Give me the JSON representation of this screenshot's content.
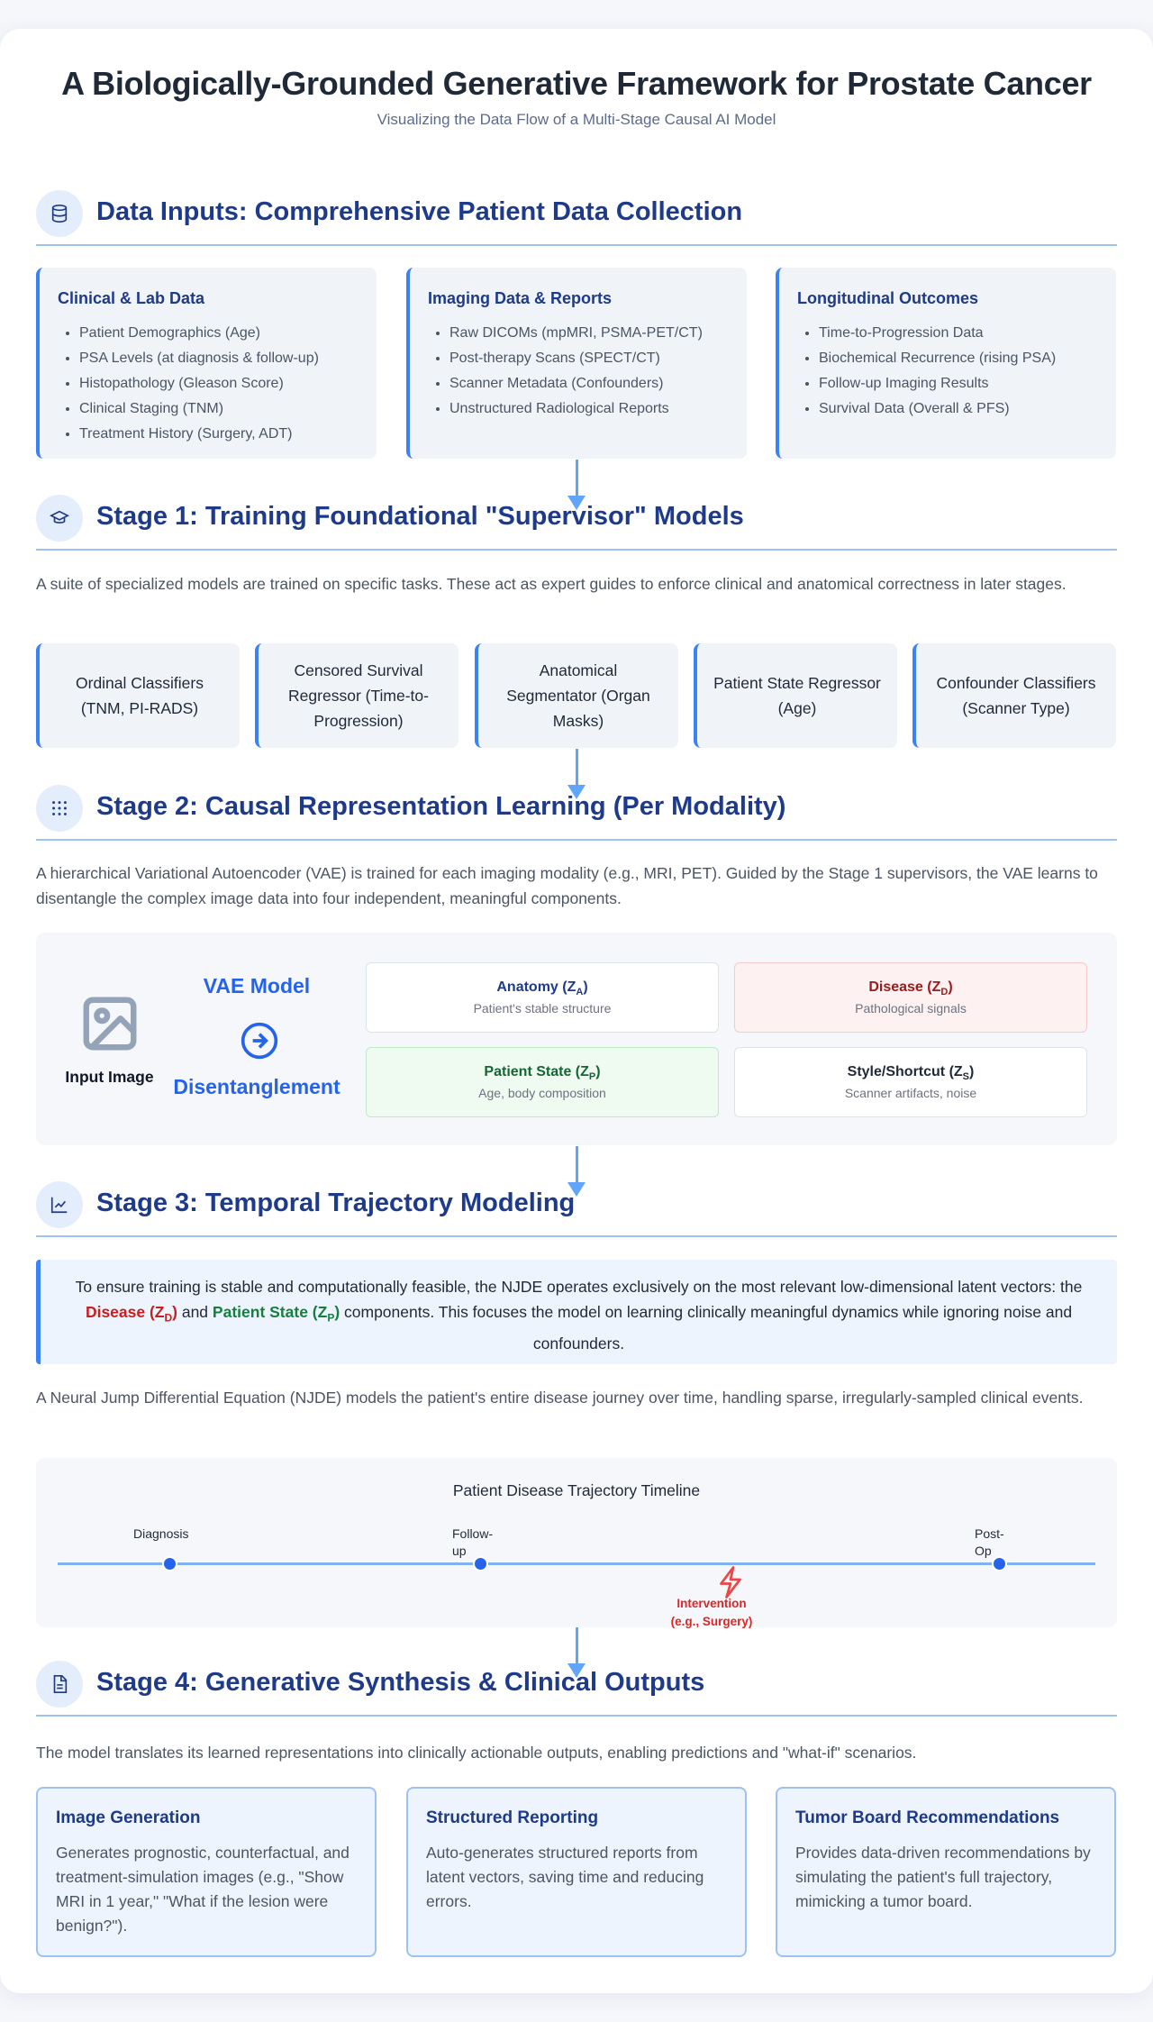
{
  "header": {
    "title": "A Biologically-Grounded Generative Framework for Prostate Cancer",
    "subtitle": "Visualizing the Data Flow of a Multi-Stage Causal AI Model"
  },
  "data_inputs": {
    "title": "Data Inputs: Comprehensive Patient Data Collection",
    "icon": "database-icon",
    "panels": [
      {
        "title": "Clinical & Lab Data",
        "items": [
          "Patient Demographics (Age)",
          "PSA Levels (at diagnosis & follow-up)",
          "Histopathology (Gleason Score)",
          "Clinical Staging (TNM)",
          "Treatment History (Surgery, ADT)"
        ]
      },
      {
        "title": "Imaging Data & Reports",
        "items": [
          "Raw DICOMs (mpMRI, PSMA-PET/CT)",
          "Post-therapy Scans (SPECT/CT)",
          "Scanner Metadata (Confounders)",
          "Unstructured Radiological Reports"
        ]
      },
      {
        "title": "Longitudinal Outcomes",
        "items": [
          "Time-to-Progression Data",
          "Biochemical Recurrence (rising PSA)",
          "Follow-up Imaging Results",
          "Survival Data (Overall & PFS)"
        ]
      }
    ]
  },
  "stage1": {
    "title": "Stage 1: Training Foundational \"Supervisor\" Models",
    "icon": "graduation-cap-icon",
    "description": "A suite of specialized models are trained on specific tasks. These act as expert guides to enforce clinical and anatomical correctness in later stages.",
    "models": [
      "Ordinal Classifiers (TNM, PI-RADS)",
      "Censored Survival Regressor (Time-to-Progression)",
      "Anatomical Segmentator (Organ Masks)",
      "Patient State Regressor (Age)",
      "Confounder Classifiers (Scanner Type)"
    ]
  },
  "stage2": {
    "title": "Stage 2: Causal Representation Learning (Per Modality)",
    "icon": "grid-icon",
    "description": "A hierarchical Variational Autoencoder (VAE) is trained for each imaging modality (e.g., MRI, PET). Guided by the Stage 1 supervisors, the VAE learns to disentangle the complex image data into four independent, meaningful components.",
    "input_label": "Input Image",
    "model_label": "VAE Model",
    "process_label": "Disentanglement",
    "components": [
      {
        "name": "Anatomy (Z",
        "sub": "A",
        "close": ")",
        "desc": "Patient's stable structure",
        "color": "#1e3a8a"
      },
      {
        "name": "Disease (Z",
        "sub": "D",
        "close": ")",
        "desc": "Pathological signals",
        "color": "#991b1b"
      },
      {
        "name": "Patient State (Z",
        "sub": "P",
        "close": ")",
        "desc": "Age, body composition",
        "color": "#166534"
      },
      {
        "name": "Style/Shortcut (Z",
        "sub": "S",
        "close": ")",
        "desc": "Scanner artifacts, noise",
        "color": "#1f2937"
      }
    ]
  },
  "stage3": {
    "title": "Stage 3: Temporal Trajectory Modeling",
    "icon": "line-chart-icon",
    "callout": {
      "pre": "To ensure training is stable and computationally feasible, the NJDE operates exclusively on the most relevant low-dimensional latent vectors: the ",
      "disease": "Disease (Z",
      "disease_sub": "D",
      "close": ")",
      "and": " and ",
      "state": "Patient State (Z",
      "state_sub": "P",
      "post": " components. This focuses the model on learning clinically meaningful dynamics while ignoring noise and confounders."
    },
    "description": "A Neural Jump Differential Equation (NJDE) models the patient's entire disease journey over time, handling sparse, irregularly-sampled clinical events.",
    "timeline": {
      "title": "Patient Disease Trajectory Timeline",
      "events": [
        "Diagnosis",
        "Follow-up",
        "Post-Op"
      ],
      "intervention": "Intervention (e.g., Surgery)"
    }
  },
  "stage4": {
    "title": "Stage 4: Generative Synthesis & Clinical Outputs",
    "icon": "document-icon",
    "description": "The model translates its learned representations into clinically actionable outputs, enabling predictions and \"what-if\" scenarios.",
    "outputs": [
      {
        "title": "Image Generation",
        "text": "Generates prognostic, counterfactual, and treatment-simulation images (e.g., \"Show MRI in 1 year,\" \"What if the lesion were benign?\")."
      },
      {
        "title": "Structured Reporting",
        "text": "Auto-generates structured reports from latent vectors, saving time and reducing errors."
      },
      {
        "title": "Tumor Board Recommendations",
        "text": "Provides data-driven recommendations by simulating the patient's full trajectory, mimicking a tumor board."
      }
    ]
  },
  "colors": {
    "accent": "#3b82f6",
    "heading": "#1e3a8a",
    "disease": "#c81e1e",
    "state": "#15803d"
  }
}
